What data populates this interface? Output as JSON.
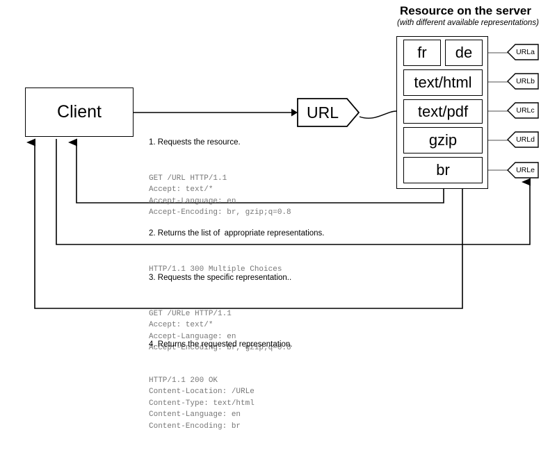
{
  "header": {
    "title": "Resource on the server",
    "subtitle": "(with different available representations)"
  },
  "client": {
    "label": "Client"
  },
  "url_node": {
    "label": "URL"
  },
  "representations": [
    {
      "name": "fr",
      "url_tag": "URLa"
    },
    {
      "name": "de",
      "url_tag": "URLa"
    },
    {
      "name": "text/html",
      "url_tag": "URLb"
    },
    {
      "name": "text/pdf",
      "url_tag": "URLc"
    },
    {
      "name": "gzip",
      "url_tag": "URLd"
    },
    {
      "name": "br",
      "url_tag": "URLe"
    }
  ],
  "url_tags": [
    "URLa",
    "URLb",
    "URLc",
    "URLd",
    "URLe"
  ],
  "messages": [
    {
      "title": "1. Requests the resource.",
      "code": "GET /URL HTTP/1.1\nAccept: text/*\nAccept-Language: en\nAccept-Encoding: br, gzip;q=0.8"
    },
    {
      "title": "2. Returns the list of  appropriate representations.",
      "code": "HTTP/1.1 300 Multiple Choices"
    },
    {
      "title": "3. Requests the specific representation..",
      "code": "GET /URLe HTTP/1.1\nAccept: text/*\nAccept-Language: en\nAccept-Encoding: br, gzip;q=0.8"
    },
    {
      "title": "4. Returns the requested representation.",
      "code": "HTTP/1.1 200 OK\nContent-Location: /URLe\nContent-Type: text/html\nContent-Language: en\nContent-Encoding: br"
    }
  ],
  "colors": {
    "stroke": "#000000",
    "code_text": "#777777",
    "background": "#ffffff"
  }
}
